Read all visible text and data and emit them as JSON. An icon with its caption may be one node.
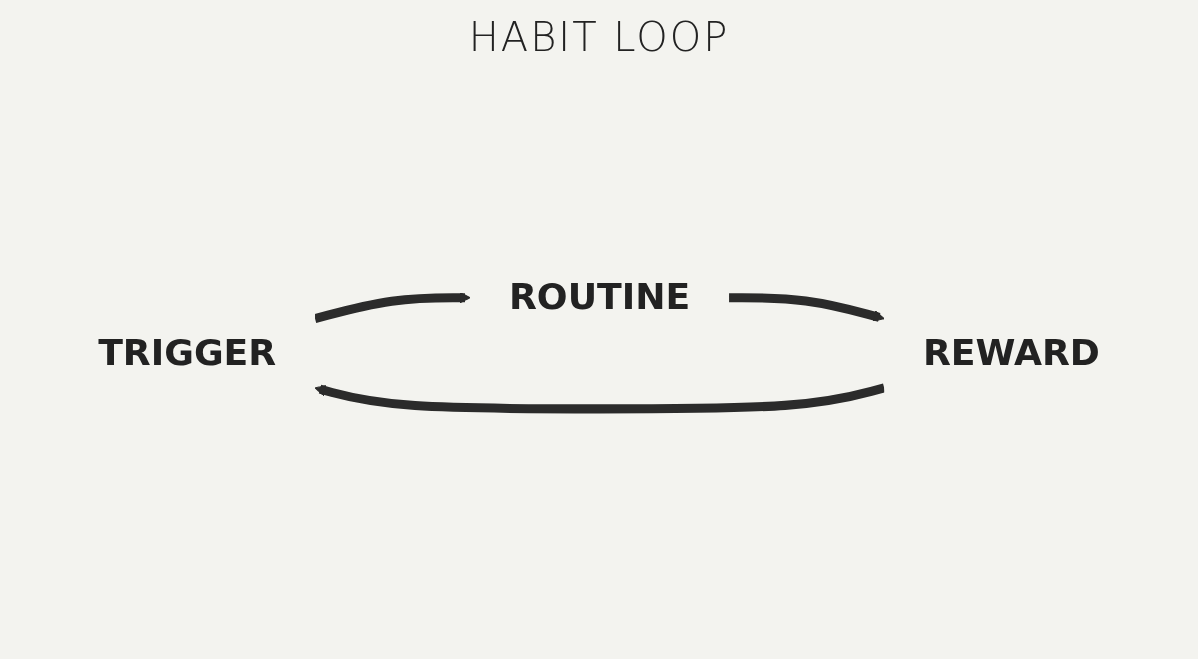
{
  "diagram": {
    "title": "HABIT LOOP",
    "nodes": [
      {
        "text": [
          "TRIGGER"
        ]
      },
      {
        "text": [
          "ROUTINE"
        ]
      },
      {
        "text": [
          "REWARD"
        ]
      }
    ],
    "edges": [
      {
        "from": 0,
        "to": 1,
        "arrow": "to"
      },
      {
        "from": 1,
        "to": 2,
        "arrow": "to"
      },
      {
        "from": 2,
        "to": 0,
        "arrow": "to"
      }
    ]
  }
}
